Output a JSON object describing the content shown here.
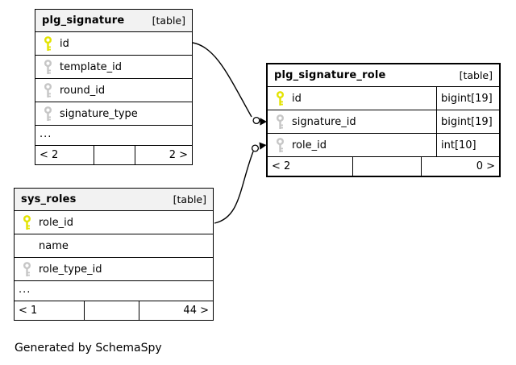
{
  "generated_by": "Generated by SchemaSpy",
  "colors": {
    "primary_key": "#e3e300",
    "foreign_key": "#c6c6c6",
    "header_bg": "#f2f2f2",
    "border": "#000000"
  },
  "tables": [
    {
      "name": "plg_signature",
      "tag": "[table]",
      "columns": [
        {
          "name": "id",
          "key": "primary"
        },
        {
          "name": "template_id",
          "key": "foreign"
        },
        {
          "name": "round_id",
          "key": "foreign"
        },
        {
          "name": "signature_type",
          "key": "foreign"
        }
      ],
      "ellipsis": "...",
      "footer": {
        "left": "< 2",
        "center": "",
        "right": "2 >"
      }
    },
    {
      "name": "plg_signature_role",
      "tag": "[table]",
      "columns": [
        {
          "name": "id",
          "key": "primary",
          "type": "bigint[19]"
        },
        {
          "name": "signature_id",
          "key": "foreign",
          "type": "bigint[19]"
        },
        {
          "name": "role_id",
          "key": "foreign",
          "type": "int[10]"
        }
      ],
      "footer": {
        "left": "< 2",
        "center": "",
        "right": "0 >"
      }
    },
    {
      "name": "sys_roles",
      "tag": "[table]",
      "columns": [
        {
          "name": "role_id",
          "key": "primary"
        },
        {
          "name": "name",
          "key": "none"
        },
        {
          "name": "role_type_id",
          "key": "foreign"
        }
      ],
      "ellipsis": "...",
      "footer": {
        "left": "< 1",
        "center": "",
        "right": "44 >"
      }
    }
  ],
  "relationships": [
    {
      "from": "plg_signature.id",
      "to": "plg_signature_role.signature_id"
    },
    {
      "from": "sys_roles.role_id",
      "to": "plg_signature_role.role_id"
    }
  ]
}
